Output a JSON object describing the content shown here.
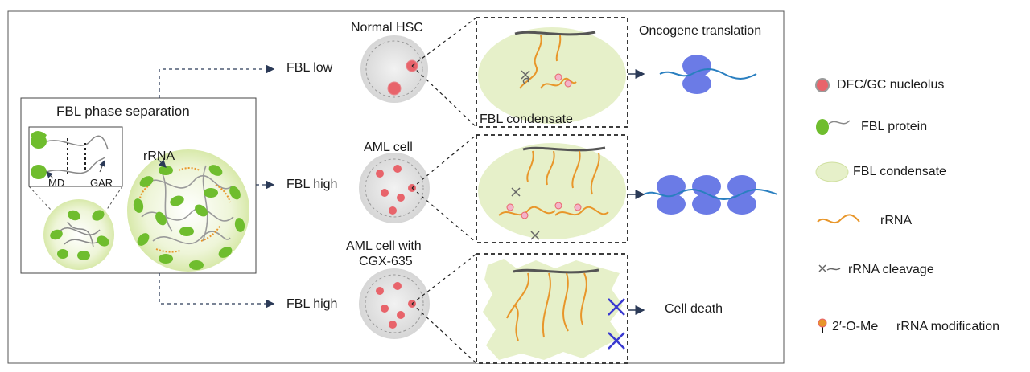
{
  "phase_panel": {
    "title": "FBL phase separation",
    "md_label": "MD",
    "gar_label": "GAR",
    "rrna_label": "rRNA"
  },
  "branches": {
    "low_label": "FBL low",
    "high_label_1": "FBL high",
    "high_label_2": "FBL high"
  },
  "cells": {
    "normal": "Normal HSC",
    "aml": "AML cell",
    "aml_drug_line1": "AML cell with",
    "aml_drug_line2": "CGX-635"
  },
  "zoom": {
    "condensate_label": "FBL condensate"
  },
  "outcomes": {
    "translation": "Oncogene translation",
    "death": "Cell death"
  },
  "legend": {
    "nucleolus": "DFC/GC nucleolus",
    "protein": "FBL protein",
    "condensate": "FBL condensate",
    "rrna": "rRNA",
    "cleavage": "rRNA cleavage",
    "modification_symbol": "2′-O-Me",
    "modification": "rRNA modification"
  },
  "colors": {
    "fbl_green": "#6fbd2e",
    "condensate_green": "#e6f0c9",
    "rrna_orange": "#e8962a",
    "nucleolus_red": "#e8646b",
    "ribosome_blue": "#6b7be6",
    "mrna_blue": "#2a7fc0",
    "arrow_navy": "#2b3a57",
    "cross_blue": "#3a3ad0"
  }
}
